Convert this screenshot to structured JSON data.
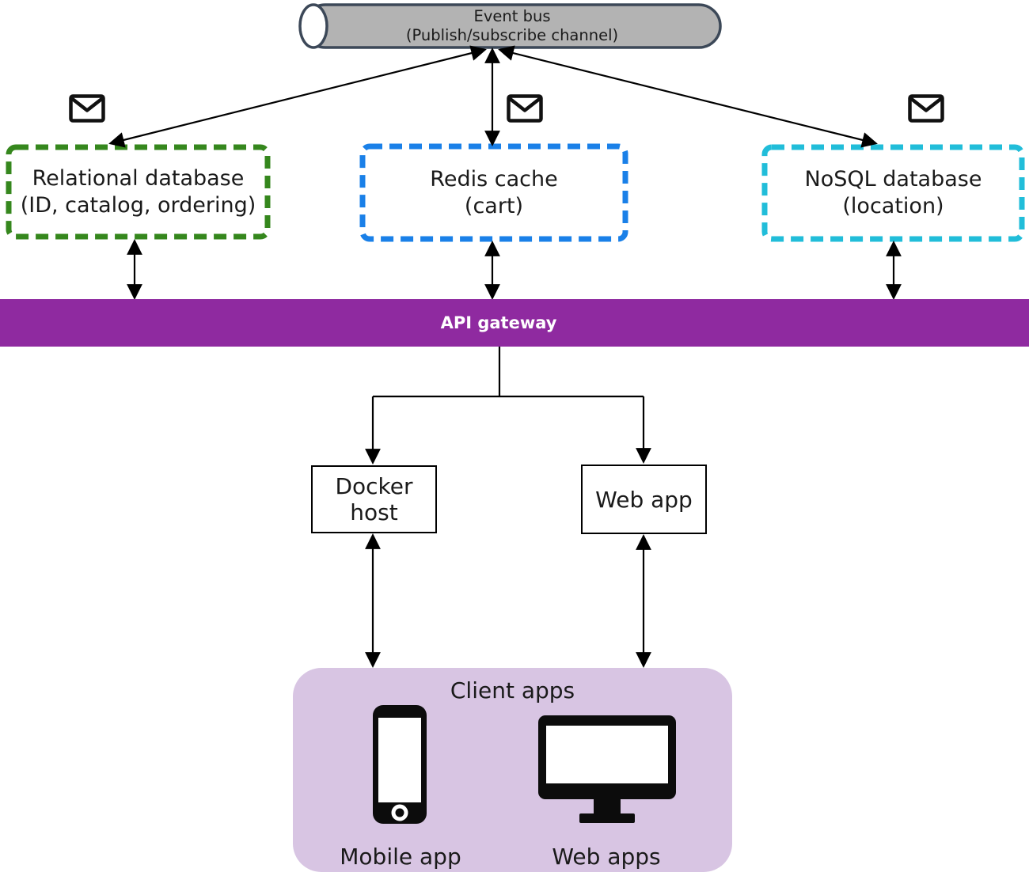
{
  "event_bus": {
    "title": "Event bus",
    "subtitle": "(Publish/subscribe channel)",
    "fill": "#b3b3b3",
    "stroke": "#3c4858"
  },
  "services": [
    {
      "name": "relational-database",
      "line1": "Relational database",
      "line2": "(ID, catalog, ordering)",
      "color": "#35871d"
    },
    {
      "name": "redis-cache",
      "line1": "Redis cache",
      "line2": "(cart)",
      "color": "#1a80e8"
    },
    {
      "name": "nosql-database",
      "line1": "NoSQL database",
      "line2": "(location)",
      "color": "#21bdd9"
    }
  ],
  "message_icon": "envelope-icon",
  "gateway": {
    "label": "API gateway",
    "color": "#8f2aa0",
    "text_color": "#ffffff"
  },
  "hosts": [
    {
      "name": "docker-host",
      "label": "Docker host"
    },
    {
      "name": "web-app",
      "label": "Web app"
    }
  ],
  "clients": {
    "title": "Client apps",
    "background": "#d8c5e3",
    "items": [
      {
        "name": "mobile-app",
        "icon": "smartphone-icon",
        "label": "Mobile app"
      },
      {
        "name": "web-apps",
        "icon": "monitor-icon",
        "label": "Web apps"
      }
    ]
  },
  "arrow_color": "#000000"
}
